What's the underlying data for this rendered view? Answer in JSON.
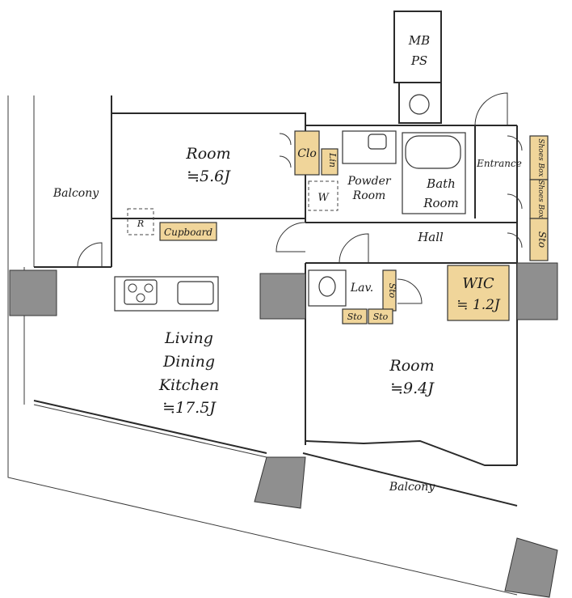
{
  "labels": {
    "mb": "MB",
    "ps": "PS",
    "room1_name": "Room",
    "room1_size": "≒5.6J",
    "clo": "Clo",
    "lin": "Lin",
    "powder_line1": "Powder",
    "powder_line2": "Room",
    "washer": "W",
    "bath_line1": "Bath",
    "bath_line2": "Room",
    "entrance": "Entrance",
    "shoes_box_1": "Shoes Box",
    "shoes_box_2": "Shoes Box",
    "sto_entrance": "Sto",
    "balcony_left": "Balcony",
    "refrigerator": "R",
    "cupboard": "Cupboard",
    "hall": "Hall",
    "lav": "Lav.",
    "sto_lav": "Sto",
    "sto_a": "Sto",
    "sto_b": "Sto",
    "wic_name": "WIC",
    "wic_size": "≒ 1.2J",
    "ldk_line1": "Living",
    "ldk_line2": "Dining",
    "ldk_line3": "Kitchen",
    "ldk_size": "≒17.5J",
    "room2_name": "Room",
    "room2_size": "≒9.4J",
    "balcony_bottom": "Balcony"
  },
  "colors": {
    "storage_fill": "#f0d59a",
    "column_fill": "#8f8f8f",
    "wall_stroke": "#2a2a2a"
  }
}
